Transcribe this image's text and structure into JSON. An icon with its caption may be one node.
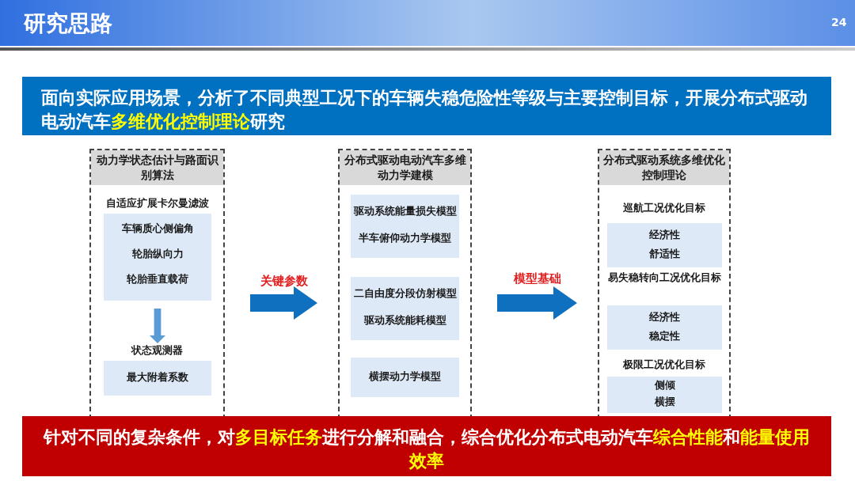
{
  "diagram": {
    "title": "研究思路",
    "nodes": [
      {
        "text": [
          "动力学状态估计与路面识别算法",
          "自适应扩展卡尔曼滤波",
          "状态观测器"
        ]
      },
      {
        "text": [
          "车辆质心侧偏角",
          "轮胎纵向力",
          "轮胎垂直载荷"
        ],
        "in": 0
      },
      {
        "text": [
          "最大附着系数"
        ],
        "in": 0
      },
      {
        "text": [
          "分布式驱动电动汽车多维动力学建模"
        ]
      },
      {
        "text": [
          "驱动系统能量损失模型",
          "半车俯仰动力学模型"
        ],
        "in": 3
      },
      {
        "text": [
          "二自由度分段仿射模型",
          "驱动系统能耗模型"
        ],
        "in": 3
      },
      {
        "text": [
          "横摆动力学模型"
        ],
        "in": 3
      },
      {
        "text": [
          "分布式驱动系统多维优化控制理论",
          "巡航工况优化目标",
          "易失稳转向工况优化目标",
          "极限工况优化目标"
        ]
      },
      {
        "text": [
          "经济性",
          "舒适性"
        ],
        "in": 7
      },
      {
        "text": [
          "经济性",
          "稳定性"
        ],
        "in": 7
      },
      {
        "text": [
          "侧倾",
          "横摆"
        ],
        "in": 7
      },
      {
        "text": [
          "面向实际应用场景，分析了不同典型工况下的车辆失稳危险性等级与主要控制目标，开展分布式驱动电动汽车**多维优化控制理论**研究"
        ]
      },
      {
        "text": [
          "针对不同的复杂条件，对**多目标任务**进行分解和融合，综合优化分布式电动汽车**综合性能**和**能量使用效率**"
        ]
      }
    ],
    "edges": [
      {
        "from": 1,
        "to": 2,
        "arrow": "to"
      },
      {
        "from": 0,
        "to": 3,
        "arrow": "to",
        "label": "关键参数"
      },
      {
        "from": 3,
        "to": 7,
        "arrow": "to",
        "label": "模型基础"
      }
    ],
    "labels": [
      "24"
    ]
  }
}
